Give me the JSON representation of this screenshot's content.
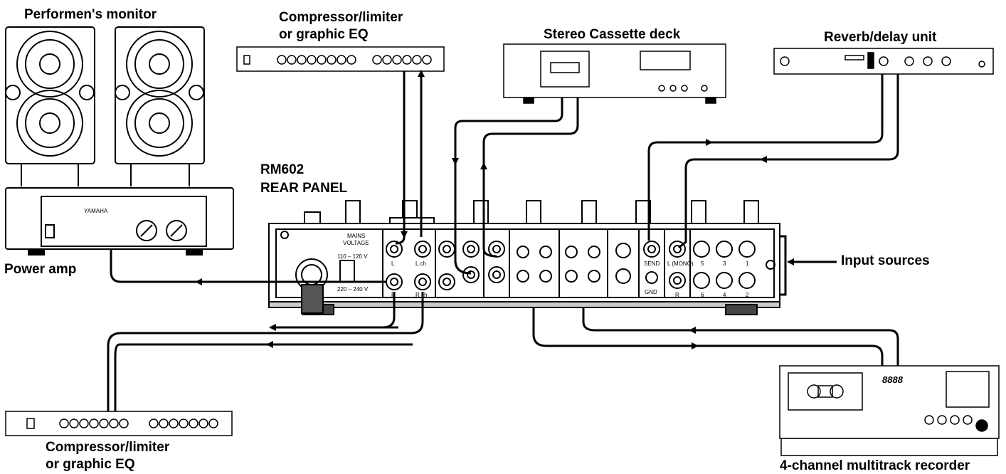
{
  "labels": {
    "performers_monitor": "Performen's monitor",
    "comp_top_1": "Compressor/limiter",
    "comp_top_2": "or graphic EQ",
    "cassette": "Stereo Cassette deck",
    "reverb": "Reverb/delay unit",
    "rm602_1": "RM602",
    "rm602_2": "REAR PANEL",
    "power_amp": "Power amp",
    "input_sources": "Input sources",
    "comp_bottom_1": "Compressor/limiter",
    "comp_bottom_2": "or graphic EQ",
    "multitrack": "4-channel multitrack recorder"
  },
  "panel_text": {
    "mains": "MAINS",
    "voltage": "VOLTAGE",
    "v110": "110 – 120 V",
    "v220": "220 – 240 V",
    "send": "SEND",
    "gnd": "GND",
    "lmono": "L (MONO)",
    "l": "L",
    "r": "R",
    "lch": "L ch",
    "rch": "R ch",
    "n1": "1",
    "n2": "2",
    "n3": "3",
    "n4": "4",
    "n5": "5",
    "n6": "6"
  },
  "device_text": {
    "brand": "YAMAHA",
    "counter": "8888"
  }
}
